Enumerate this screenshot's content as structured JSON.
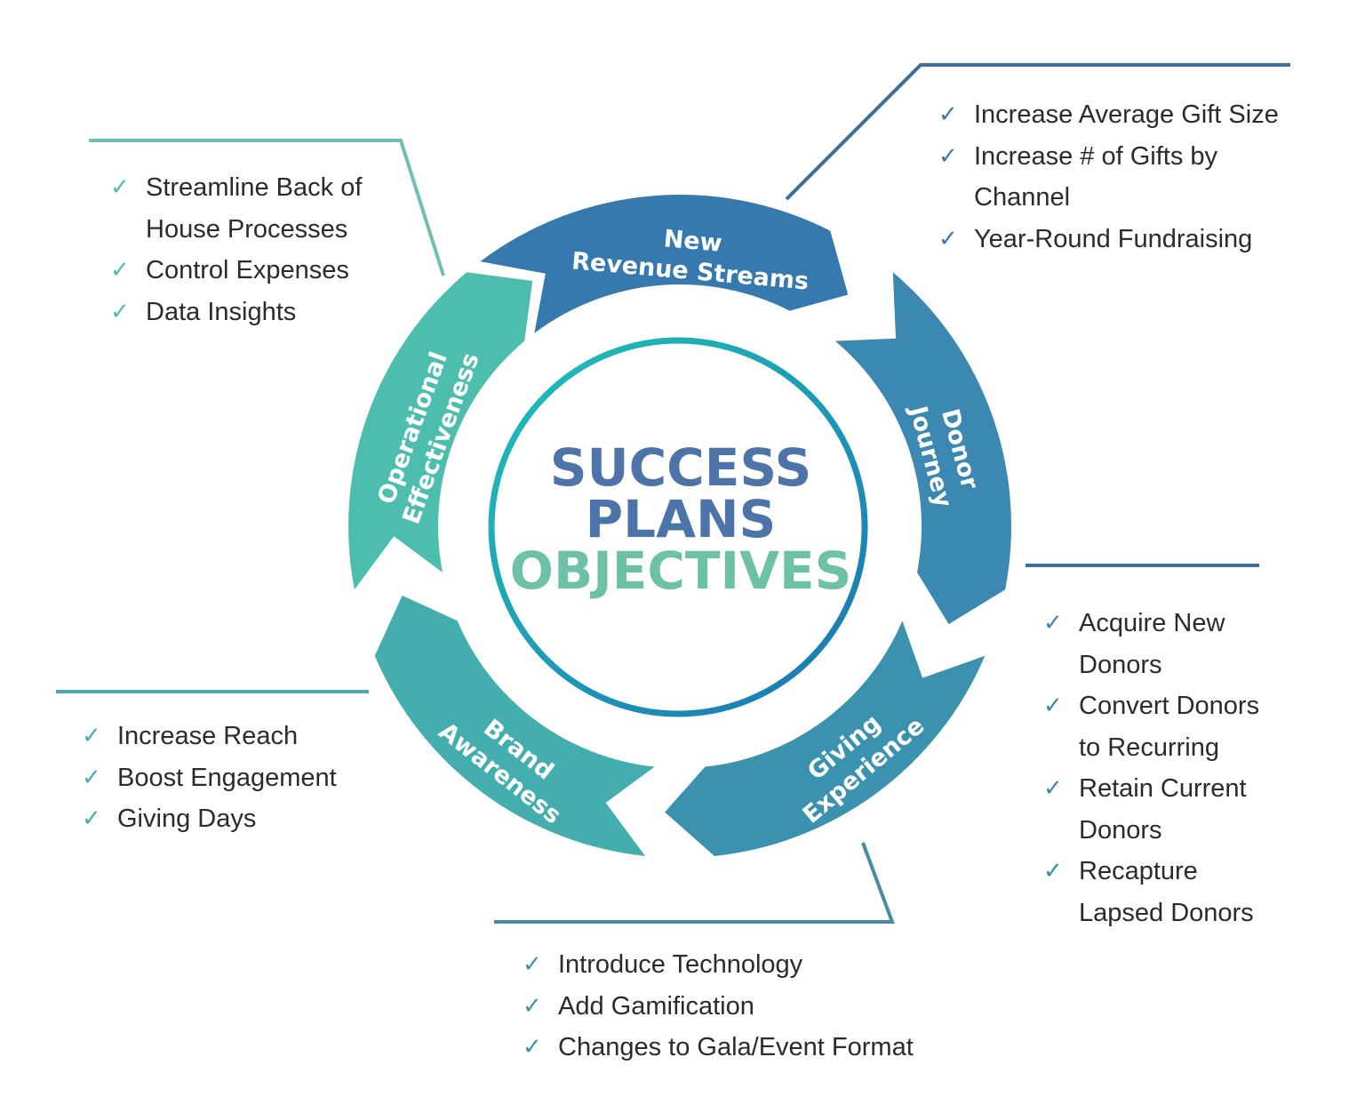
{
  "center": {
    "line1": "SUCCESS",
    "line2": "PLANS",
    "line3": "OBJECTIVES"
  },
  "segments": {
    "revenue": {
      "line1": "New",
      "line2": "Revenue Streams"
    },
    "donor": {
      "line1": "Donor",
      "line2": "Journey"
    },
    "giving": {
      "line1": "Giving",
      "line2": "Experience"
    },
    "brand": {
      "line1": "Brand",
      "line2": "Awareness"
    },
    "operational": {
      "line1": "Operational",
      "line2": "Effectiveness"
    }
  },
  "lists": {
    "revenue": [
      "Increase Average Gift Size",
      "Increase # of Gifts by",
      "Channel",
      "Year-Round Fundraising"
    ],
    "operational": [
      "Streamline Back of",
      "House Processes",
      "Control Expenses",
      "Data Insights"
    ],
    "donor": [
      "Acquire New",
      "Donors",
      "Convert Donors",
      "to Recurring",
      "Retain Current",
      "Donors",
      "Recapture",
      "Lapsed Donors"
    ],
    "brand": [
      "Increase Reach",
      "Boost Engagement",
      "Giving Days"
    ],
    "giving": [
      "Introduce Technology",
      "Add Gamification",
      "Changes to Gala/Event Format"
    ]
  },
  "check_symbol": "✓",
  "colors": {
    "revenue": "#3679AE",
    "donor": "#3B88B2",
    "giving": "#3A92AE",
    "brand": "#44ADAE",
    "operational": "#4DBEAE",
    "center_success": "#4D74A8",
    "center_plans": "#4D74A8",
    "center_objectives": "#6CC1A6",
    "text": "#2B2B2B"
  }
}
